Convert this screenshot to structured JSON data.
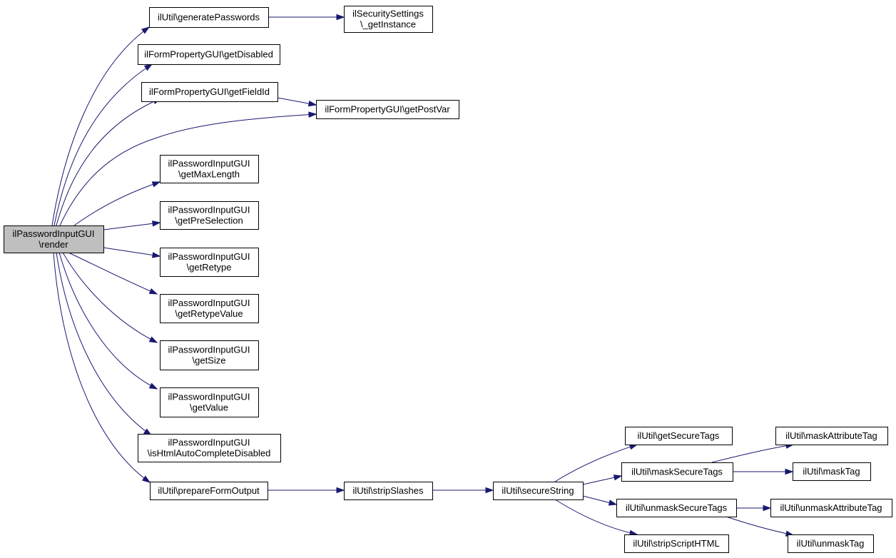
{
  "colors": {
    "edge": "#191970",
    "node_fill": "#ffffff",
    "root_fill": "#bfbfbf",
    "node_border": "#000000"
  },
  "nodes": [
    {
      "id": "render",
      "label": [
        "ilPasswordInputGUI",
        "\\render"
      ],
      "root": true
    },
    {
      "id": "genPw",
      "label": [
        "ilUtil\\generatePasswords"
      ]
    },
    {
      "id": "secSettings",
      "label": [
        "ilSecuritySettings",
        "\\_getInstance"
      ]
    },
    {
      "id": "getDisabled",
      "label": [
        "ilFormPropertyGUI\\getDisabled"
      ]
    },
    {
      "id": "getFieldId",
      "label": [
        "ilFormPropertyGUI\\getFieldId"
      ]
    },
    {
      "id": "getPostVar",
      "label": [
        "ilFormPropertyGUI\\getPostVar"
      ]
    },
    {
      "id": "getMaxLength",
      "label": [
        "ilPasswordInputGUI",
        "\\getMaxLength"
      ]
    },
    {
      "id": "getPreSelection",
      "label": [
        "ilPasswordInputGUI",
        "\\getPreSelection"
      ]
    },
    {
      "id": "getRetype",
      "label": [
        "ilPasswordInputGUI",
        "\\getRetype"
      ]
    },
    {
      "id": "getRetypeValue",
      "label": [
        "ilPasswordInputGUI",
        "\\getRetypeValue"
      ]
    },
    {
      "id": "getSize",
      "label": [
        "ilPasswordInputGUI",
        "\\getSize"
      ]
    },
    {
      "id": "getValue",
      "label": [
        "ilPasswordInputGUI",
        "\\getValue"
      ]
    },
    {
      "id": "isHtmlAuto",
      "label": [
        "ilPasswordInputGUI",
        "\\isHtmlAutoCompleteDisabled"
      ]
    },
    {
      "id": "prepareForm",
      "label": [
        "ilUtil\\prepareFormOutput"
      ]
    },
    {
      "id": "stripSlashes",
      "label": [
        "ilUtil\\stripSlashes"
      ]
    },
    {
      "id": "secureString",
      "label": [
        "ilUtil\\secureString"
      ]
    },
    {
      "id": "getSecureTags",
      "label": [
        "ilUtil\\getSecureTags"
      ]
    },
    {
      "id": "maskSecureTags",
      "label": [
        "ilUtil\\maskSecureTags"
      ]
    },
    {
      "id": "unmaskSecureTags",
      "label": [
        "ilUtil\\unmaskSecureTags"
      ]
    },
    {
      "id": "stripScriptHTML",
      "label": [
        "ilUtil\\stripScriptHTML"
      ]
    },
    {
      "id": "maskAttributeTag",
      "label": [
        "ilUtil\\maskAttributeTag"
      ]
    },
    {
      "id": "maskTag",
      "label": [
        "ilUtil\\maskTag"
      ]
    },
    {
      "id": "unmaskAttributeTag",
      "label": [
        "ilUtil\\unmaskAttributeTag"
      ]
    },
    {
      "id": "unmaskTag",
      "label": [
        "ilUtil\\unmaskTag"
      ]
    }
  ],
  "edges": [
    [
      "render",
      "genPw"
    ],
    [
      "genPw",
      "secSettings"
    ],
    [
      "render",
      "getDisabled"
    ],
    [
      "render",
      "getFieldId"
    ],
    [
      "render",
      "getPostVar"
    ],
    [
      "getFieldId",
      "getPostVar"
    ],
    [
      "render",
      "getMaxLength"
    ],
    [
      "render",
      "getPreSelection"
    ],
    [
      "render",
      "getRetype"
    ],
    [
      "render",
      "getRetypeValue"
    ],
    [
      "render",
      "getSize"
    ],
    [
      "render",
      "getValue"
    ],
    [
      "render",
      "isHtmlAuto"
    ],
    [
      "render",
      "prepareForm"
    ],
    [
      "prepareForm",
      "stripSlashes"
    ],
    [
      "stripSlashes",
      "secureString"
    ],
    [
      "secureString",
      "getSecureTags"
    ],
    [
      "secureString",
      "maskSecureTags"
    ],
    [
      "secureString",
      "unmaskSecureTags"
    ],
    [
      "secureString",
      "stripScriptHTML"
    ],
    [
      "maskSecureTags",
      "maskAttributeTag"
    ],
    [
      "maskSecureTags",
      "maskTag"
    ],
    [
      "unmaskSecureTags",
      "unmaskAttributeTag"
    ],
    [
      "unmaskSecureTags",
      "unmaskTag"
    ]
  ]
}
